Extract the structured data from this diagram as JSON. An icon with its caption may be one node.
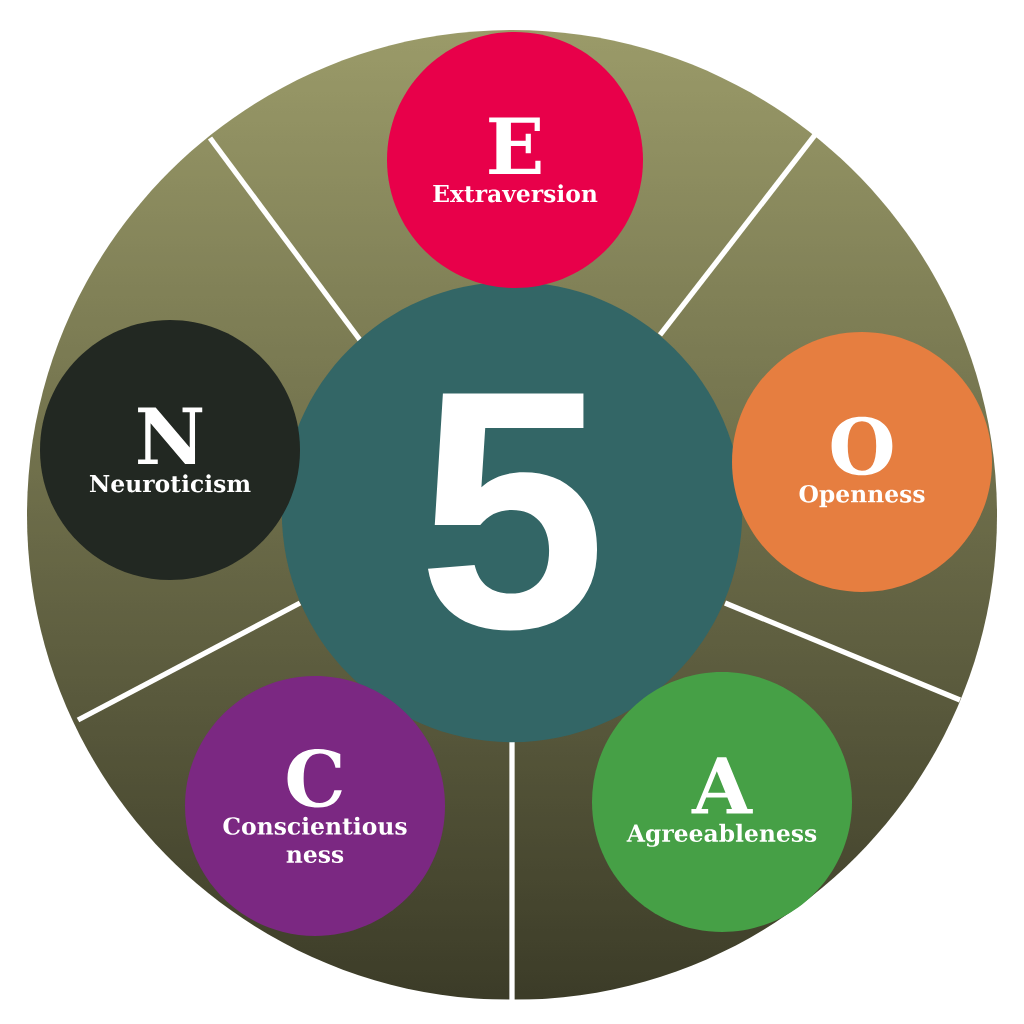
{
  "diagram": {
    "nodes": [
      {
        "text": [
          "5"
        ]
      },
      {
        "text": [
          "E",
          "Extraversion"
        ]
      },
      {
        "text": [
          "O",
          "Openness"
        ]
      },
      {
        "text": [
          "A",
          "Agreeableness"
        ]
      },
      {
        "text": [
          "C",
          "Conscientious ness"
        ]
      },
      {
        "text": [
          "N",
          "Neuroticism"
        ]
      }
    ],
    "edges": []
  }
}
